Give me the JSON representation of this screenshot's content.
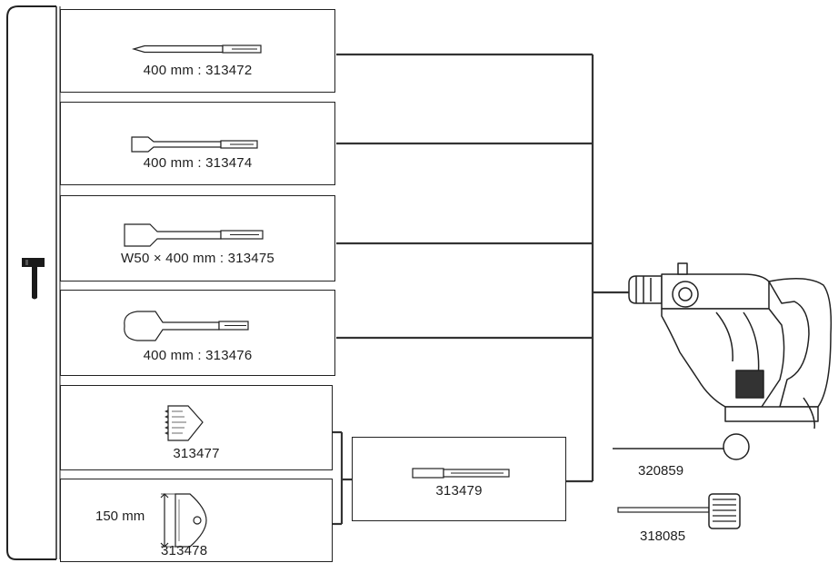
{
  "chisels": [
    {
      "id": "point-chisel",
      "label": "400 mm : 313472"
    },
    {
      "id": "flat-chisel",
      "label": "400 mm : 313474"
    },
    {
      "id": "wide-chisel",
      "label": "W50 × 400 mm : 313475"
    },
    {
      "id": "spade-chisel",
      "label": "400 mm : 313476"
    },
    {
      "id": "bush-tool",
      "label": "313477"
    },
    {
      "id": "rammer-plate",
      "label": "313478",
      "dimension_label": "150 mm"
    }
  ],
  "adapter": {
    "label": "313479"
  },
  "side_parts": [
    {
      "id": "dust-cup",
      "label": "320859"
    },
    {
      "id": "dust-brush",
      "label": "318085"
    }
  ],
  "icons": {
    "mode": "hammer-mode-icon",
    "tool": "rotary-hammer-icon"
  }
}
